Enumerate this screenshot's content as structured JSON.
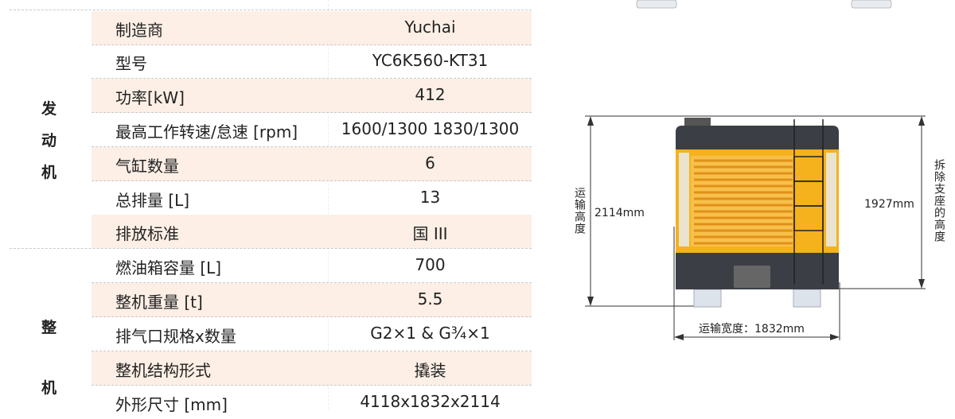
{
  "groups": [
    {
      "label_chars": [
        "发",
        "动",
        "机"
      ],
      "rows": [
        {
          "key": "制造商",
          "value": "Yuchai"
        },
        {
          "key": "型号",
          "value": "YC6K560-KT31"
        },
        {
          "key": "功率[kW]",
          "value": "412"
        },
        {
          "key": "最高工作转速/怠速 [rpm]",
          "value": "1600/1300 1830/1300"
        },
        {
          "key": "气缸数量",
          "value": "6"
        },
        {
          "key": "总排量 [L]",
          "value": "13"
        },
        {
          "key": "排放标准",
          "value": "国 III"
        }
      ]
    },
    {
      "label_chars": [
        "整",
        "机"
      ],
      "rows": [
        {
          "key": "燃油箱容量 [L]",
          "value": "700"
        },
        {
          "key": "整机重量 [t]",
          "value": "5.5"
        },
        {
          "key": "排气口规格x数量",
          "value": "G2×1 & G¾×1"
        },
        {
          "key": "整机结构形式",
          "value": "撬装"
        },
        {
          "key": "外形尺寸 [mm]",
          "value": "4118x1832x2114"
        }
      ]
    }
  ],
  "figure": {
    "transport_height_label": "运输高度",
    "transport_height_value": "2114mm",
    "no_support_height_label": "拆除支座的高度",
    "no_support_height_value": "1927mm",
    "transport_width_label": "运输宽度：1832mm"
  },
  "colors": {
    "row_shade": "#fdefe5",
    "panel_yellow": "#f5b21c",
    "body_dark": "#3b3f45"
  }
}
